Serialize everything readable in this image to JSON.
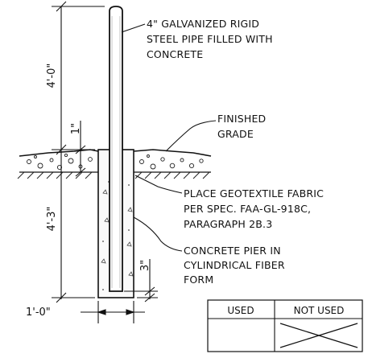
{
  "dimensions": {
    "top_height": "4'-0\"",
    "above_grade": "1\"",
    "pier_depth": "4'-3\"",
    "pipe_bottom_offset": "3\"",
    "pier_width": "1'-0\""
  },
  "callouts": {
    "pipe": [
      "4\" GALVANIZED RIGID",
      "STEEL PIPE FILLED WITH",
      "CONCRETE"
    ],
    "grade": [
      "FINISHED",
      "GRADE"
    ],
    "fabric": [
      "PLACE GEOTEXTILE FABRIC",
      "PER SPEC. FAA-GL-918C,",
      "PARAGRAPH 2B.3"
    ],
    "pier": [
      "CONCRETE PIER IN",
      "CYLINDRICAL FIBER",
      "FORM"
    ]
  },
  "status_table": {
    "headers": [
      "USED",
      "NOT USED"
    ],
    "marked_column": "NOT USED"
  }
}
